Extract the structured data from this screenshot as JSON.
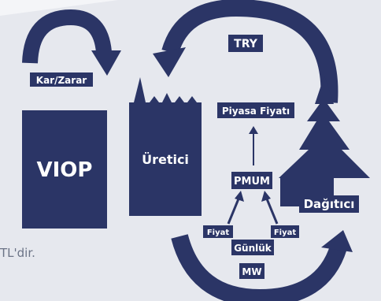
{
  "colors": {
    "navy": "#2b3566",
    "background": "#e6e8ee",
    "text_light": "#ffffff",
    "caption_gray": "#6b7386"
  },
  "labels": {
    "try": "TRY",
    "kar_zarar": "Kar/Zarar",
    "piyasa_fiyati": "Piyasa Fiyatı",
    "viop": "VIOP",
    "uretici": "Üretici",
    "pmum": "PMUM",
    "dagitici": "Dağıtıcı",
    "fiyat_left": "Fiyat",
    "fiyat_right": "Fiyat",
    "gunluk": "Günlük",
    "mw": "MW"
  },
  "caption": "TL'dir."
}
